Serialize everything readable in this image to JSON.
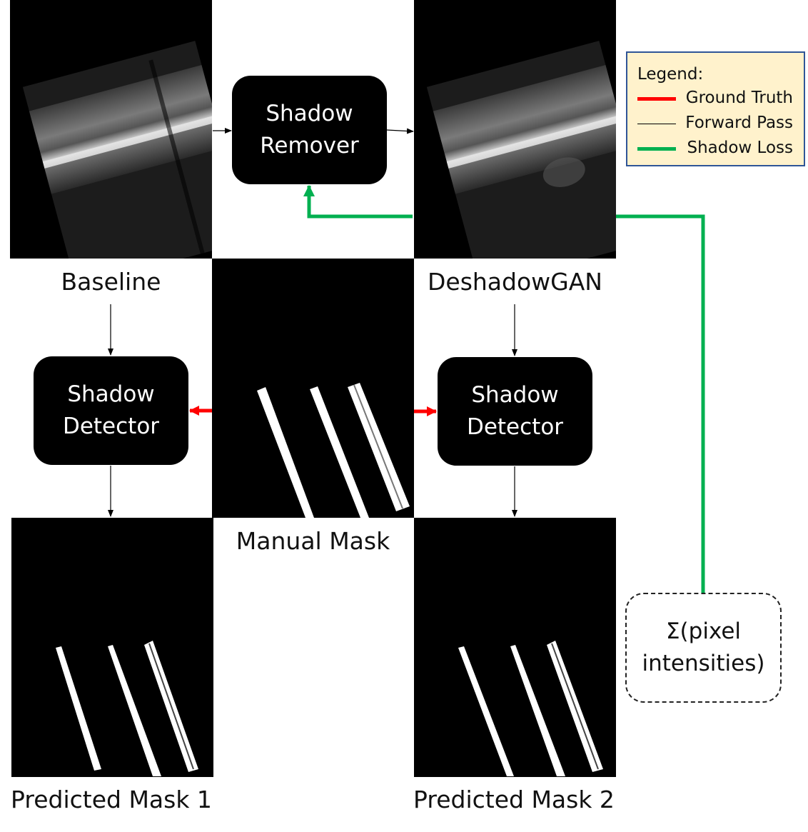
{
  "panels": {
    "baseline": {
      "caption": "Baseline"
    },
    "deshadowgan": {
      "caption": "DeshadowGAN"
    },
    "manual_mask": {
      "caption": "Manual Mask"
    },
    "predicted_1": {
      "caption": "Predicted Mask 1"
    },
    "predicted_2": {
      "caption": "Predicted Mask 2"
    }
  },
  "boxes": {
    "shadow_remover": {
      "line1": "Shadow",
      "line2": "Remover"
    },
    "shadow_detector_left": {
      "line1": "Shadow",
      "line2": "Detector"
    },
    "shadow_detector_right": {
      "line1": "Shadow",
      "line2": "Detector"
    },
    "sum": {
      "line1": "Σ(pixel",
      "line2": "intensities)"
    }
  },
  "legend": {
    "title": "Legend:",
    "items": [
      {
        "label": "Ground Truth",
        "color": "#ff0000"
      },
      {
        "label": "Forward Pass",
        "color": "#000000"
      },
      {
        "label": "Shadow Loss",
        "color": "#00b050"
      }
    ]
  }
}
